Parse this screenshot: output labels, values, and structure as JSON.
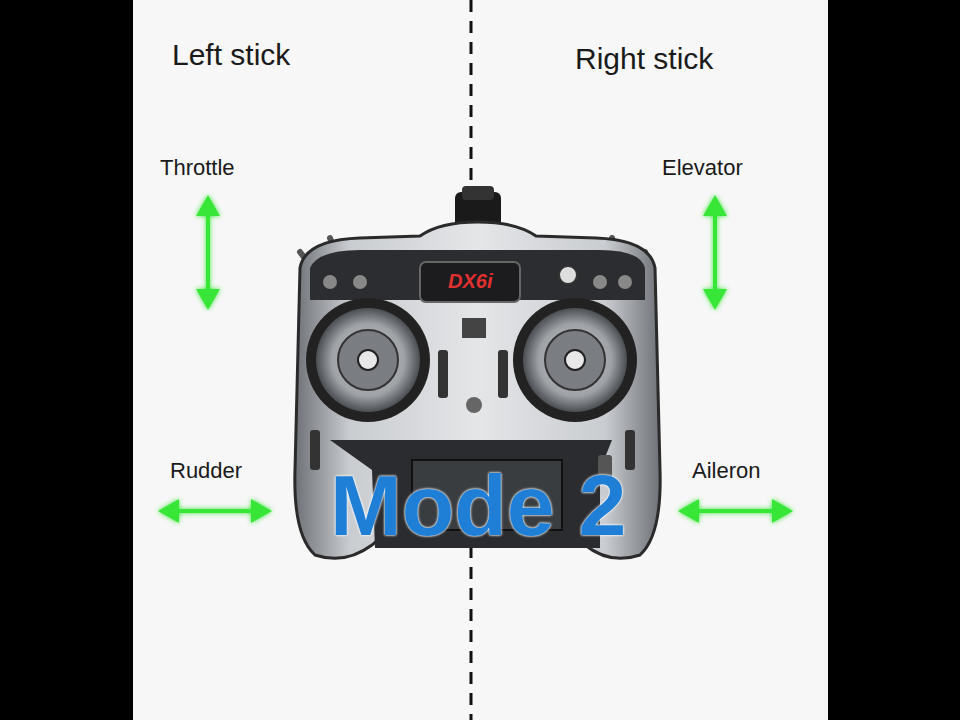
{
  "diagram": {
    "labels": [
      "Left stick",
      "Right stick",
      "Throttle",
      "Elevator",
      "Rudder",
      "Aileron",
      "DX6i",
      "Mode 2"
    ]
  }
}
